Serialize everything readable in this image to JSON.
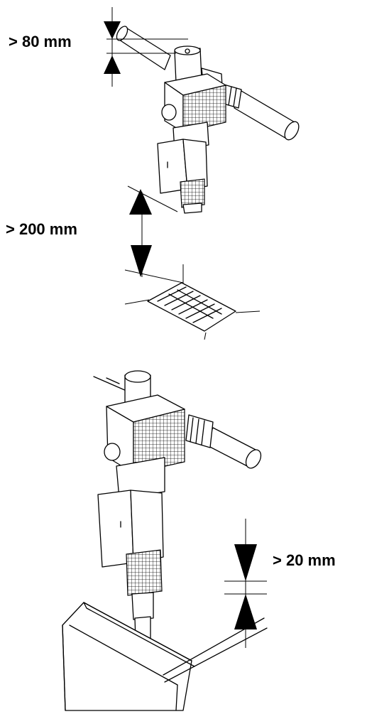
{
  "clearances": {
    "top": ">  80 mm",
    "middle": ">  200 mm",
    "bottom": ">  20 mm"
  },
  "colors": {
    "line": "#000000",
    "background": "#ffffff"
  }
}
